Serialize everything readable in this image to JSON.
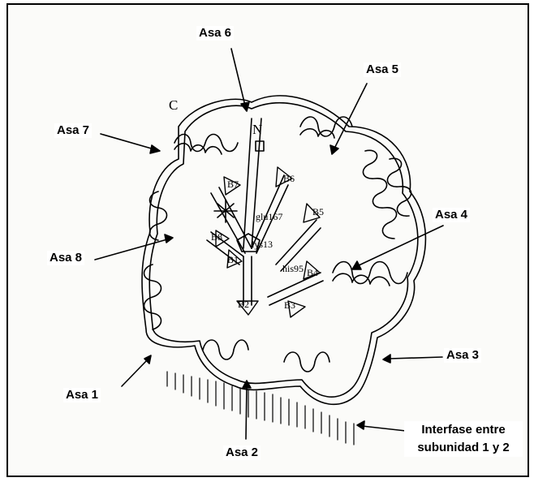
{
  "labels": {
    "asa1": "Asa 1",
    "asa2": "Asa 2",
    "asa3": "Asa 3",
    "asa4": "Asa 4",
    "asa5": "Asa 5",
    "asa6": "Asa 6",
    "asa7": "Asa 7",
    "asa8": "Asa 8",
    "interface": "Interfase entre subunidad 1 y 2"
  },
  "termini": {
    "c": "C",
    "n": "N"
  },
  "strands": {
    "b1": "B1",
    "b2": "B2",
    "b3": "B3",
    "b4": "B4",
    "b5": "B5",
    "b6": "B6",
    "b7": "B7",
    "b8": "B8"
  },
  "residues": {
    "glu": "glu167",
    "lys": "lys13",
    "his": "his95"
  }
}
